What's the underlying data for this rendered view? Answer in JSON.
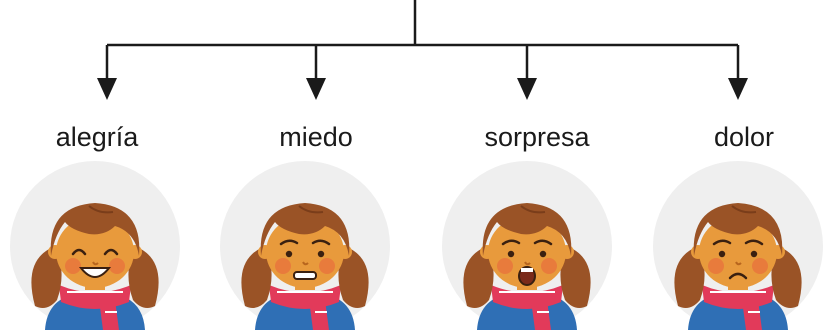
{
  "emotions": [
    {
      "label": "alegría",
      "expression": "smile"
    },
    {
      "label": "miedo",
      "expression": "fear"
    },
    {
      "label": "sorpresa",
      "expression": "surprise"
    },
    {
      "label": "dolor",
      "expression": "pain"
    }
  ],
  "colors": {
    "connector": "#1a1a1a",
    "circle_bg": "#efefef",
    "hair": "#9a5326",
    "hair_shade": "#7a3d1a",
    "skin": "#e89a3c",
    "cheek": "#e8623c",
    "scarf": "#e23a5a",
    "scarf_stripe": "#ffffff",
    "shirt": "#2f6fb5"
  }
}
